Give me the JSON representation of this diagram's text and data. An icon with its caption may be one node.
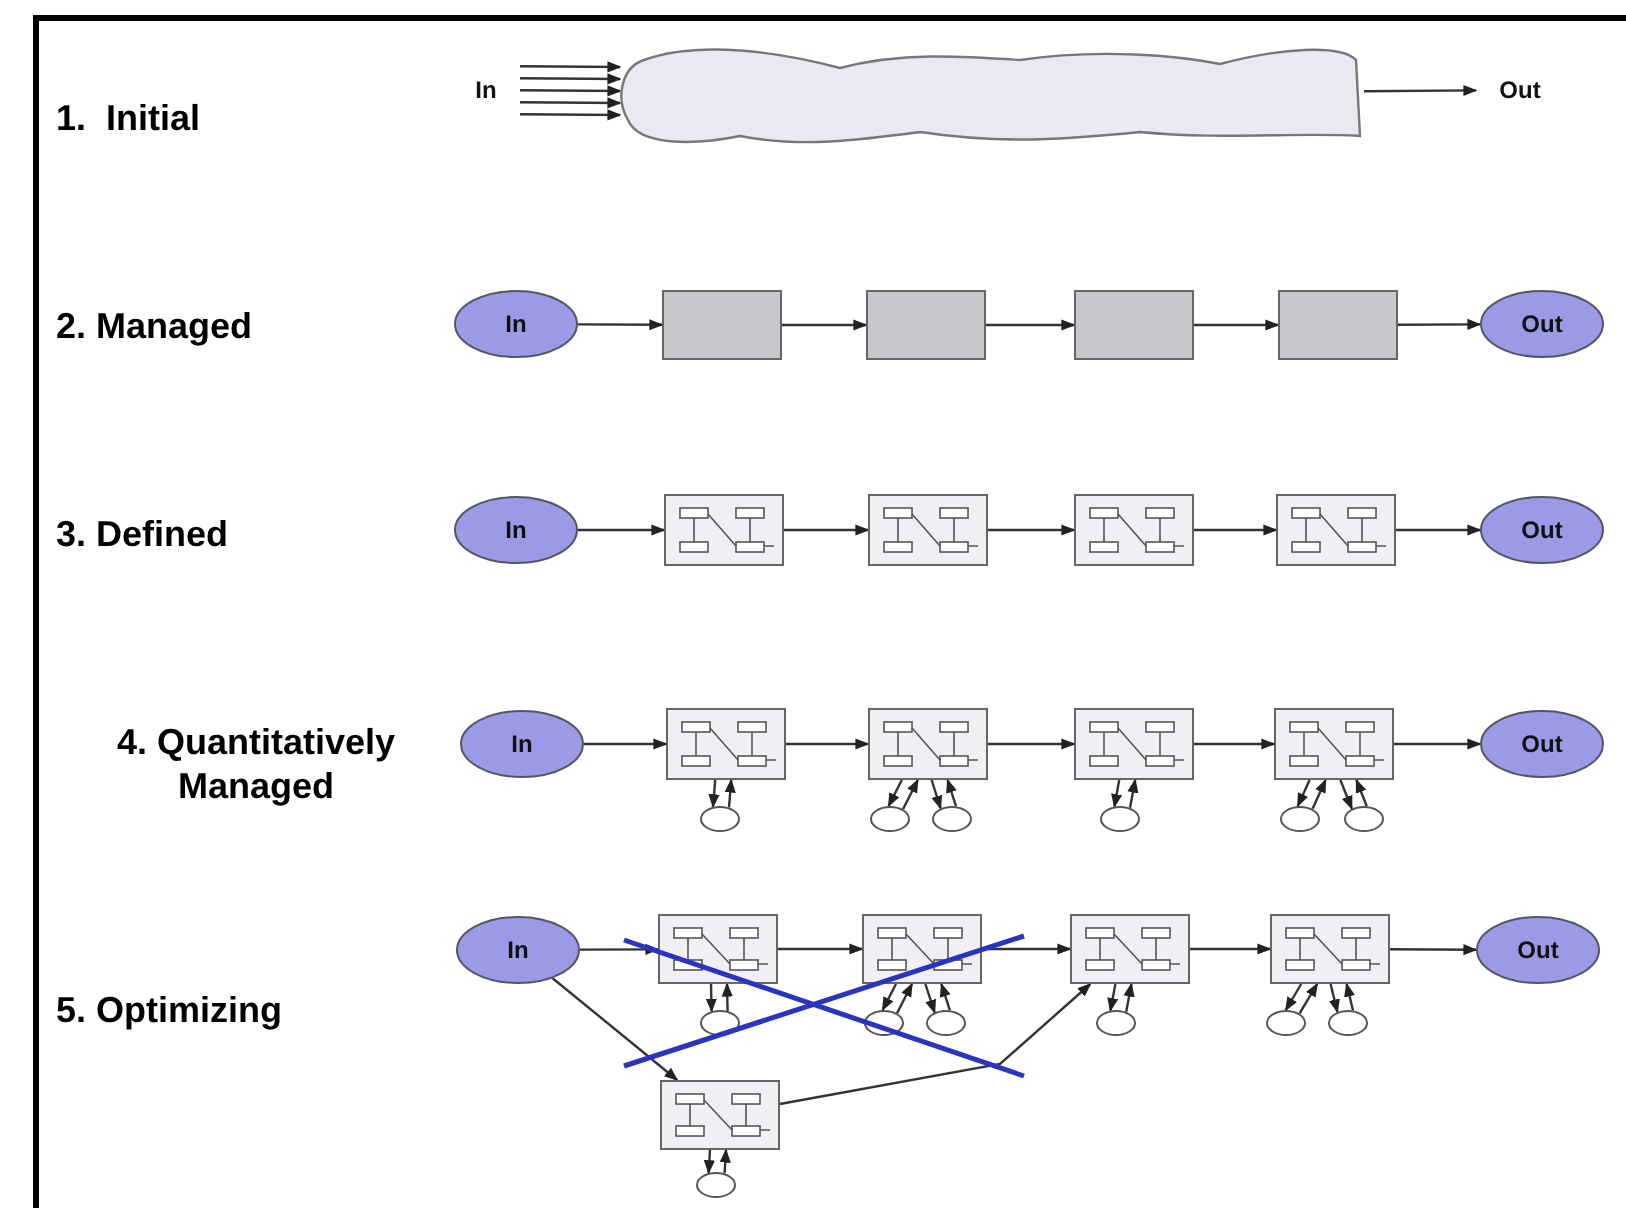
{
  "diagram": {
    "nodes": [
      {
        "text": [
          "In"
        ]
      },
      {
        "text": [],
        "shape": "cloud"
      },
      {
        "text": [
          "Out"
        ]
      },
      {
        "text": [
          "In"
        ]
      },
      {
        "text": [],
        "shape": "box"
      },
      {
        "text": [],
        "shape": "box"
      },
      {
        "text": [],
        "shape": "box"
      },
      {
        "text": [],
        "shape": "box"
      },
      {
        "text": [
          "Out"
        ]
      },
      {
        "text": [
          "In"
        ]
      },
      {
        "text": [],
        "shape": "box"
      },
      {
        "text": [],
        "shape": "box"
      },
      {
        "text": [],
        "shape": "box"
      },
      {
        "text": [],
        "shape": "box"
      },
      {
        "text": [
          "Out"
        ]
      },
      {
        "text": [
          "In"
        ]
      },
      {
        "text": [],
        "shape": "box"
      },
      {
        "text": [],
        "shape": "box"
      },
      {
        "text": [],
        "shape": "box"
      },
      {
        "text": [],
        "shape": "box"
      },
      {
        "text": [
          "Out"
        ]
      },
      {
        "text": [],
        "shape": "circle"
      },
      {
        "text": [],
        "shape": "circle"
      },
      {
        "text": [],
        "shape": "circle"
      },
      {
        "text": [],
        "shape": "circle"
      },
      {
        "text": [],
        "shape": "circle"
      },
      {
        "text": [],
        "shape": "circle"
      },
      {
        "text": [
          "In"
        ]
      },
      {
        "text": [],
        "shape": "box"
      },
      {
        "text": [],
        "shape": "box"
      },
      {
        "text": [],
        "shape": "box"
      },
      {
        "text": [],
        "shape": "box"
      },
      {
        "text": [
          "Out"
        ]
      },
      {
        "text": [],
        "shape": "box"
      },
      {
        "text": [],
        "shape": "circle"
      },
      {
        "text": [],
        "shape": "circle"
      },
      {
        "text": [],
        "shape": "circle"
      },
      {
        "text": [],
        "shape": "circle"
      },
      {
        "text": [],
        "shape": "circle"
      },
      {
        "text": [],
        "shape": "circle"
      },
      {
        "text": [],
        "shape": "circle"
      }
    ],
    "edges": [
      {
        "from": 0,
        "to": 1,
        "arrow": "to"
      },
      {
        "from": 0,
        "to": 1,
        "arrow": "to"
      },
      {
        "from": 0,
        "to": 1,
        "arrow": "to"
      },
      {
        "from": 0,
        "to": 1,
        "arrow": "to"
      },
      {
        "from": 0,
        "to": 1,
        "arrow": "to"
      },
      {
        "from": 1,
        "to": 2,
        "arrow": "to"
      },
      {
        "from": 3,
        "to": 4,
        "arrow": "to"
      },
      {
        "from": 4,
        "to": 5,
        "arrow": "to"
      },
      {
        "from": 5,
        "to": 6,
        "arrow": "to"
      },
      {
        "from": 6,
        "to": 7,
        "arrow": "to"
      },
      {
        "from": 7,
        "to": 8,
        "arrow": "to"
      },
      {
        "from": 9,
        "to": 10,
        "arrow": "to"
      },
      {
        "from": 10,
        "to": 11,
        "arrow": "to"
      },
      {
        "from": 11,
        "to": 12,
        "arrow": "to"
      },
      {
        "from": 12,
        "to": 13,
        "arrow": "to"
      },
      {
        "from": 13,
        "to": 14,
        "arrow": "to"
      },
      {
        "from": 15,
        "to": 16,
        "arrow": "to"
      },
      {
        "from": 16,
        "to": 17,
        "arrow": "to"
      },
      {
        "from": 17,
        "to": 18,
        "arrow": "to"
      },
      {
        "from": 18,
        "to": 19,
        "arrow": "to"
      },
      {
        "from": 19,
        "to": 20,
        "arrow": "to"
      },
      {
        "from": 16,
        "to": 21,
        "arrow": "to"
      },
      {
        "from": 21,
        "to": 16,
        "arrow": "to"
      },
      {
        "from": 17,
        "to": 22,
        "arrow": "to"
      },
      {
        "from": 22,
        "to": 17,
        "arrow": "to"
      },
      {
        "from": 17,
        "to": 23,
        "arrow": "to"
      },
      {
        "from": 23,
        "to": 17,
        "arrow": "to"
      },
      {
        "from": 18,
        "to": 24,
        "arrow": "to"
      },
      {
        "from": 24,
        "to": 18,
        "arrow": "to"
      },
      {
        "from": 19,
        "to": 25,
        "arrow": "to"
      },
      {
        "from": 25,
        "to": 19,
        "arrow": "to"
      },
      {
        "from": 19,
        "to": 26,
        "arrow": "to"
      },
      {
        "from": 26,
        "to": 19,
        "arrow": "to"
      },
      {
        "from": 27,
        "to": 28,
        "arrow": "to"
      },
      {
        "from": 28,
        "to": 29,
        "arrow": "to"
      },
      {
        "from": 29,
        "to": 30,
        "arrow": "to"
      },
      {
        "from": 30,
        "to": 31,
        "arrow": "to"
      },
      {
        "from": 31,
        "to": 32,
        "arrow": "to"
      },
      {
        "from": 27,
        "to": 33,
        "arrow": "to"
      },
      {
        "from": 33,
        "to": 30,
        "arrow": "to"
      },
      {
        "from": 28,
        "to": 34,
        "arrow": "to"
      },
      {
        "from": 34,
        "to": 28,
        "arrow": "to"
      },
      {
        "from": 29,
        "to": 35,
        "arrow": "to"
      },
      {
        "from": 35,
        "to": 29,
        "arrow": "to"
      },
      {
        "from": 29,
        "to": 36,
        "arrow": "to"
      },
      {
        "from": 36,
        "to": 29,
        "arrow": "to"
      },
      {
        "from": 30,
        "to": 37,
        "arrow": "to"
      },
      {
        "from": 37,
        "to": 30,
        "arrow": "to"
      },
      {
        "from": 31,
        "to": 38,
        "arrow": "to"
      },
      {
        "from": 38,
        "to": 31,
        "arrow": "to"
      },
      {
        "from": 31,
        "to": 39,
        "arrow": "to"
      },
      {
        "from": 39,
        "to": 31,
        "arrow": "to"
      },
      {
        "from": 33,
        "to": 40,
        "arrow": "to"
      },
      {
        "from": 40,
        "to": 33,
        "arrow": "to"
      }
    ],
    "labels": [
      "1.  Initial",
      "2. Managed",
      "3. Defined",
      "4. Quantitatively Managed",
      "5. Optimizing"
    ]
  }
}
